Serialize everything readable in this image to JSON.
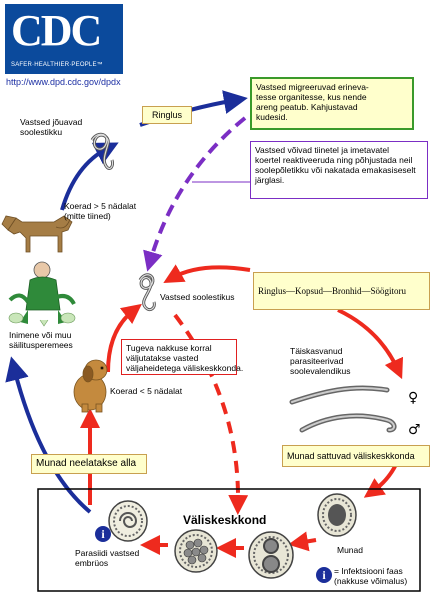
{
  "header": {
    "logo_text": "CDC",
    "logo_tagline": "SAFER·HEALTHIER·PEOPLE™",
    "url": "http://www.dpd.cdc.gov/dpdx"
  },
  "labels": {
    "larvae_intestine": "Vastsed jõuavad\nsoolestikku",
    "dogs_over_5": "Koerad > 5 nädalat\n(mitte tiined)",
    "human_host": "Inimene või muu\nsäilitusperemees",
    "larvae_intestine_2": "Vastsed soolestikus",
    "dogs_under_5": "Koerad < 5 nädalat",
    "adult_worms": "Täiskasvanud\nparasiteerivad\nsoolevalendikus",
    "female_symbol": "♀",
    "male_symbol": "♂",
    "external_env": "Väliskeskkond",
    "eggs": "Munad",
    "parasite_larvae": "Parasiidi vastsed\nembrüos",
    "infective_stage": "= Infektsiooni faas\n(nakkuse võimalus)",
    "info_letter": "i"
  },
  "boxes": {
    "ringlus": "Ringlus",
    "migrated": "Vastsed migreeruvad erineva-\ntesse organitesse, kus nende\nareng peatub. Kahjustavad\nkudesid.",
    "reactivation": "Vastsed võivad tiinetel ja imetavatel\nkoertel reaktiveeruda ning põhjustada neil\nsoolepõletikku või nakatada emakasiseselt\njärglasi.",
    "route": "Ringlus—Kopsud—Bronhid—Söögitoru",
    "heavy_infection": "Tugeva nakkuse korral\nväljutatakse vasted\nväljaheidetega väliskeskkonda.",
    "eggs_environment": "Munad sattuvad väliskeskkonda",
    "eggs_swallowed": "Munad neelatakse alla"
  },
  "colors": {
    "blue_arrow": "#1b2e9a",
    "red_arrow": "#ee2a1e",
    "purple_arrow": "#7b2ec4",
    "cream_box": "#ffffcc",
    "green_border": "#3a9a2a",
    "purple_border": "#7b2ec4",
    "red_border": "#e02020",
    "tan_border": "#c8a050",
    "cdc_blue": "#0b4a9c"
  }
}
